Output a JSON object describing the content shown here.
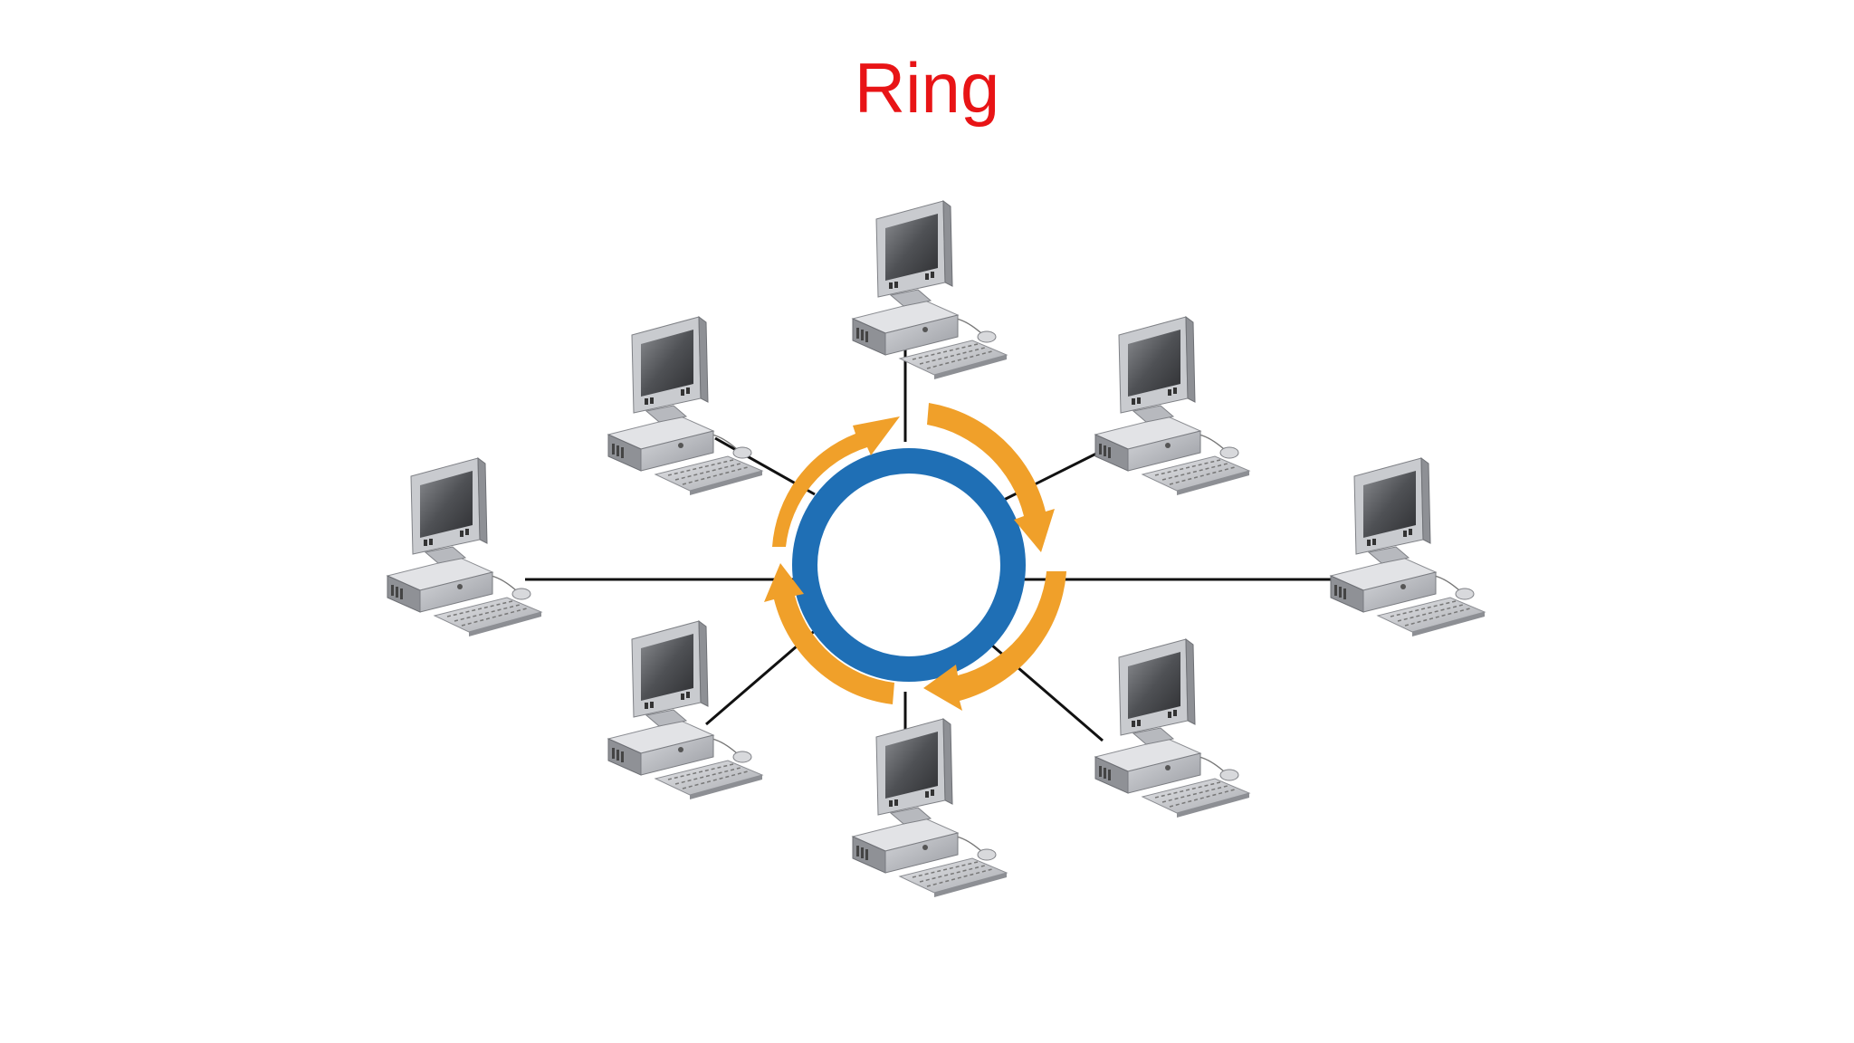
{
  "slide": {
    "title": "Ring"
  },
  "diagram": {
    "type": "ring-network-topology",
    "node_count": 8,
    "node_icon": "desktop-computer-icon",
    "colors": {
      "title": "#e81416",
      "ring": "#1f6fb5",
      "flow_arrows": "#f0a02a",
      "cables": "#111111"
    }
  }
}
